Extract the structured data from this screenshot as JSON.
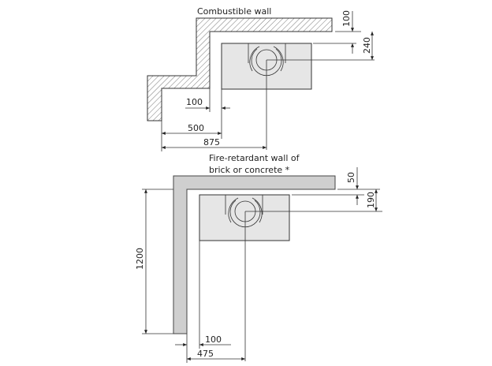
{
  "top_diagram": {
    "wall_label": "Combustible wall",
    "dims": {
      "wall_gap": "100",
      "wall_to_center_depth": "240",
      "side_gap": "100",
      "wall_to_stove": "500",
      "wall_to_center": "875"
    }
  },
  "bottom_diagram": {
    "wall_label_line1": "Fire-retardant wall of",
    "wall_label_line2": "brick or concrete  *",
    "dims": {
      "wall_gap": "50",
      "wall_to_center_depth": "190",
      "wall_length": "1200",
      "side_gap": "100",
      "wall_to_center": "475"
    }
  }
}
